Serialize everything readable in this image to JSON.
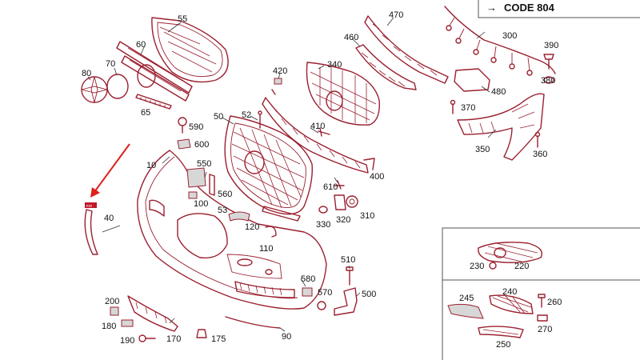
{
  "code_box": {
    "arrow": "→",
    "text": "CODE 804"
  },
  "marker_tag": "F10",
  "colors": {
    "line": "#9b2030",
    "pointer_arrow": "#e0201c",
    "border": "#555555"
  },
  "labels": {
    "n55": "55",
    "n60": "60",
    "n70": "70",
    "n80": "80",
    "n65": "65",
    "n470": "470",
    "n460": "460",
    "n340": "340",
    "n420": "420",
    "n52": "52",
    "n50": "50",
    "n590": "590",
    "n600": "600",
    "n10": "10",
    "n550": "550",
    "n560": "560",
    "n100": "100",
    "n53": "53",
    "n40": "40",
    "n410": "410",
    "n400": "400",
    "n610": "610",
    "n330": "330",
    "n320": "320",
    "n310": "310",
    "n120": "120",
    "n110": "110",
    "n300": "300",
    "n390": "390",
    "n380": "380",
    "n480": "480",
    "n370": "370",
    "n350": "350",
    "n360": "360",
    "n510": "510",
    "n580": "580",
    "n570": "570",
    "n500": "500",
    "n200": "200",
    "n180": "180",
    "n190": "190",
    "n170": "170",
    "n175": "175",
    "n90": "90",
    "n230": "230",
    "n220": "220",
    "n245": "245",
    "n240": "240",
    "n260": "260",
    "n270": "270",
    "n250": "250"
  }
}
